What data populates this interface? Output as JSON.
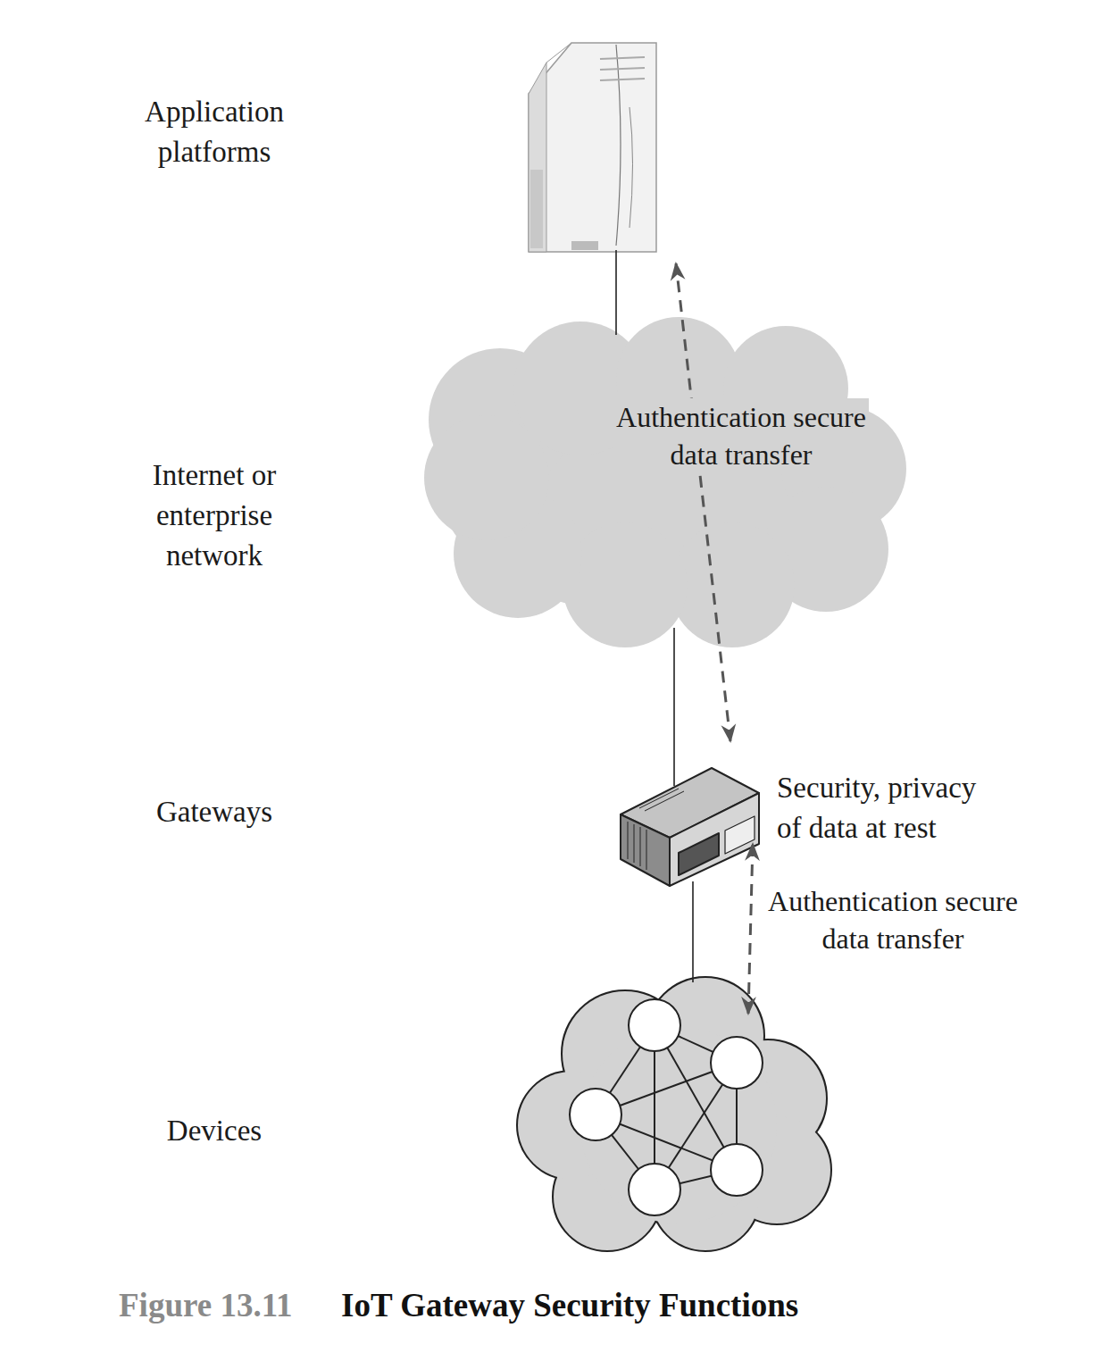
{
  "diagram": {
    "caption": "IoT Gateway Security Functions",
    "nodes": [
      {
        "text": [
          "Application platforms"
        ]
      },
      {
        "text": [
          "Internet or enterprise network"
        ]
      },
      {
        "text": [
          "Gateways",
          "Security, privacy of data at rest"
        ]
      },
      {
        "text": [
          "Devices"
        ]
      }
    ],
    "edges": [
      {
        "from": 0,
        "to": 1,
        "arrow": "none"
      },
      {
        "from": 1,
        "to": 2,
        "arrow": "none"
      },
      {
        "from": 2,
        "to": 3,
        "arrow": "none"
      },
      {
        "from": 2,
        "to": 0,
        "label": "Authentication secure data transfer",
        "arrow": "both"
      },
      {
        "from": 3,
        "to": 2,
        "label": "Authentication secure data transfer",
        "arrow": "both"
      }
    ],
    "labels": [
      "Figure 13.11"
    ]
  }
}
